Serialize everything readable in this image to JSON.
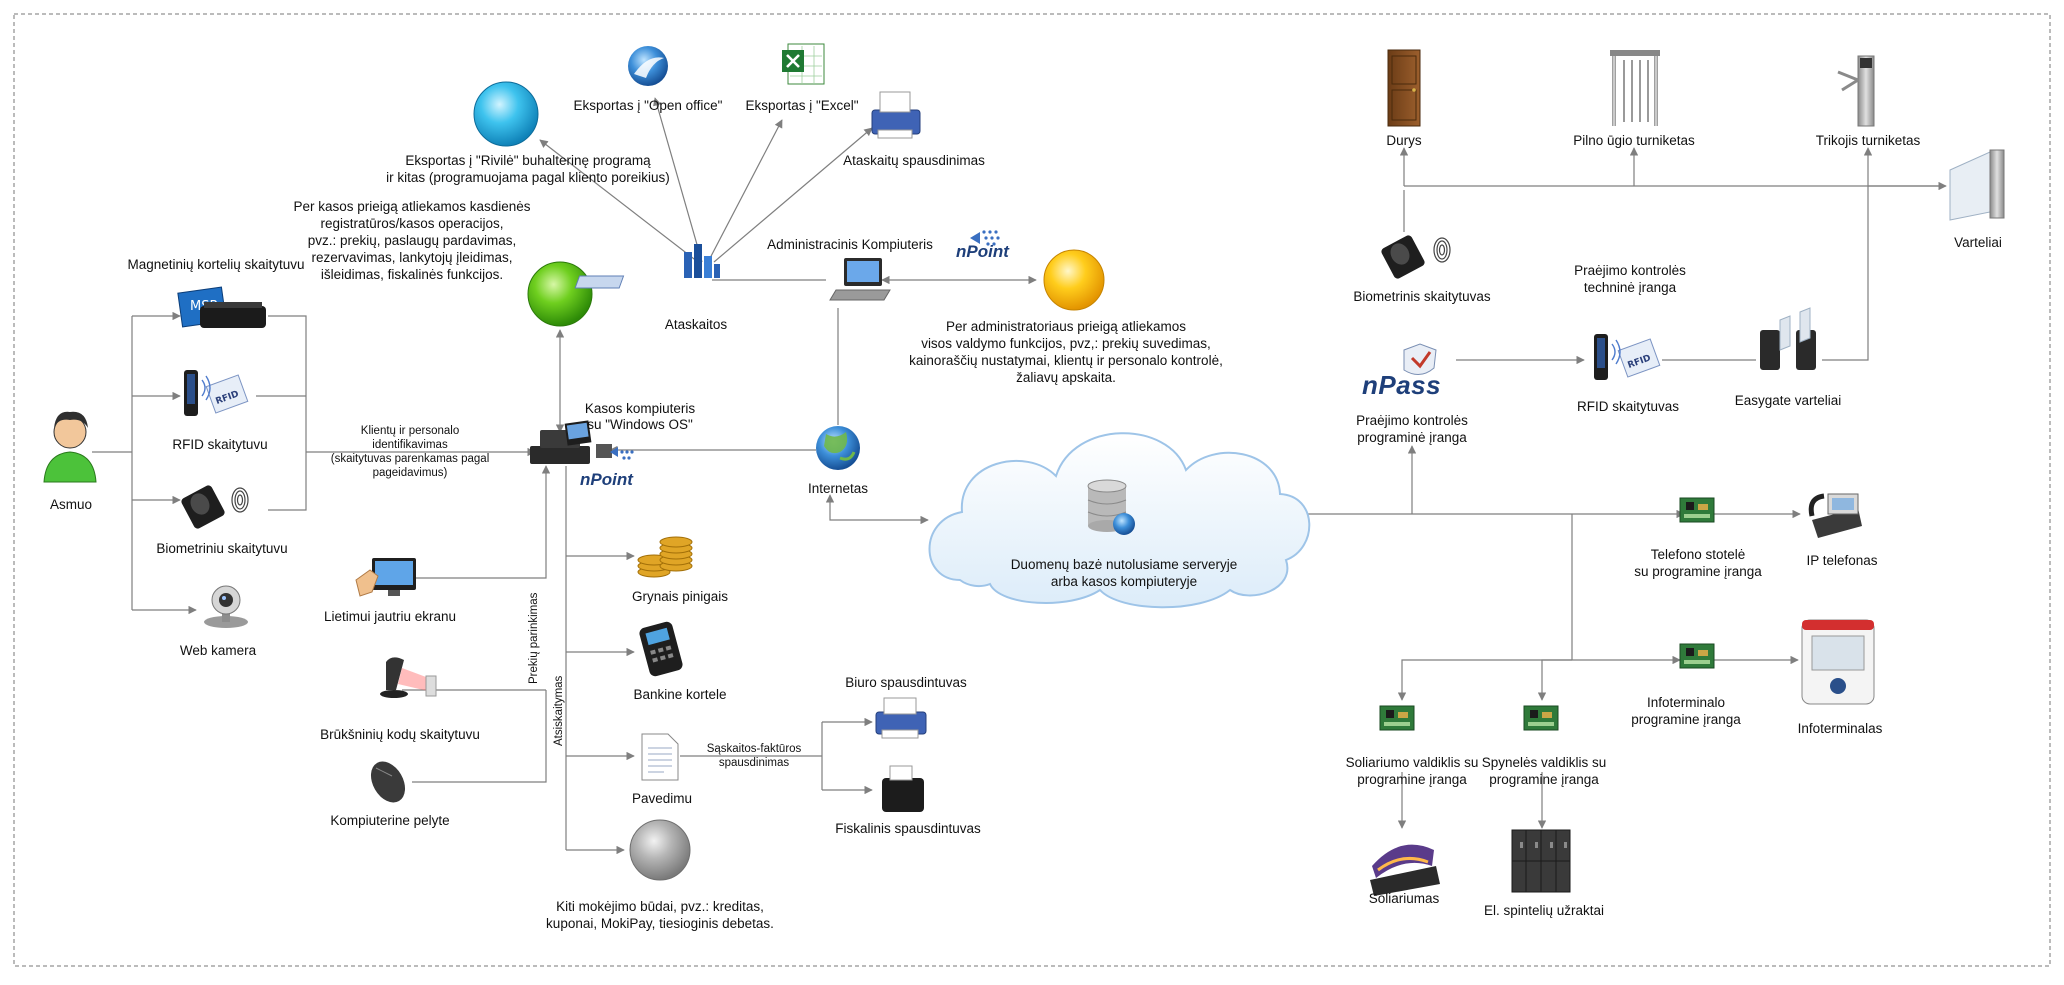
{
  "labels": {
    "asmuo": "Asmuo",
    "magnetic": "Magnetinių kortelių skaitytuvu",
    "rfid_left": "RFID skaitytuvu",
    "bio_left": "Biometriniu skaitytuvu",
    "webcam": "Web kamera",
    "touch": "Lietimui jautriu ekranu",
    "barcode": "Brūkšninių kodų skaitytuvu",
    "mouse": "Kompiuterine pelyte",
    "ident_1": "Klientų ir personalo",
    "ident_2": "identifikavimas",
    "ident_3": "(skaitytuvas parenkamas pagal",
    "ident_4": "pageidavimus)",
    "product_select": "Prekių parinkimas",
    "settlement": "Atsiskaitymas",
    "pos_1": "Kasos kompiuteris",
    "pos_2": "su \"Windows OS\"",
    "cash": "Grynais pinigais",
    "card": "Bankine kortele",
    "transfer": "Pavedimu",
    "invoice_1": "Sąskaitos-faktūros",
    "invoice_2": "spausdinimas",
    "office_printer": "Biuro spausdintuvas",
    "fiscal_printer": "Fiskalinis spausdintuvas",
    "other_pay_1": "Kiti mokėjimo būdai, pvz.: kreditas,",
    "other_pay_2": "kuponai, MokiPay, tiesioginis debetas.",
    "cashier_1": "Per kasos prieigą atliekamos kasdienės",
    "cashier_2": "registratūros/kasos operacijos,",
    "cashier_3": "pvz.: prekių, paslaugų pardavimas,",
    "cashier_4": "rezervavimas, lankytojų įleidimas,",
    "cashier_5": "išleidimas, fiskalinės funkcijos.",
    "rivile_1": "Eksportas į \"Rivilė\" buhalterinę programą",
    "rivile_2": "ir kitas (programuojama pagal kliento poreikius)",
    "openoffice": "Eksportas į \"Open office\"",
    "excel": "Eksportas į \"Excel\"",
    "report_print": "Ataskaitų spausdinimas",
    "reports": "Ataskaitos",
    "admin_pc": "Administracinis Kompiuteris",
    "admin_1": "Per administratoriaus prieigą atliekamos",
    "admin_2": "visos valdymo funkcijos, pvz,: prekių suvedimas,",
    "admin_3": "kainoraščių nustatymai, klientų ir personalo kontrolė,",
    "admin_4": "žaliavų apskaita.",
    "internet": "Internetas",
    "db_1": "Duomenų bazė nutolusiame serveryje",
    "db_2": "arba kasos kompiuteryje",
    "doors": "Durys",
    "full_turnstile": "Pilno ūgio turniketas",
    "tripod": "Trikojis turniketas",
    "gates": "Varteliai",
    "bio_right": "Biometrinis skaitytuvas",
    "hw_1": "Praėjimo kontrolės",
    "hw_2": "techninė įranga",
    "rfid_right": "RFID skaitytuvas",
    "easygate": "Easygate varteliai",
    "sw_1": "Praėjimo kontrolės",
    "sw_2": "programinė įranga",
    "phone_station_1": "Telefono stotelė",
    "phone_station_2": "su programine įranga",
    "ip_phone": "IP telefonas",
    "infoterm_ctrl_1": "Infoterminalo",
    "infoterm_ctrl_2": "programine įranga",
    "infoterminals": "Infoterminalas",
    "solar_ctrl_1": "Soliariumo valdiklis su",
    "solar_ctrl_2": "programine įranga",
    "locker_ctrl_1": "Spynelės valdiklis su",
    "locker_ctrl_2": "programine įranga",
    "solarium": "Soliariumas",
    "lockers": "El. spintelių užraktai"
  },
  "icons": {
    "msr_text": "MSR",
    "rfid_text": "RFID",
    "npoint": "nPoint",
    "npass": "nPass"
  },
  "colors": {
    "line": "#7f7f7f",
    "green_orb": "#3aa10f",
    "cyan_orb": "#1aa6d8",
    "yellow_orb": "#f2a900",
    "gray_orb": "#8c8c8c",
    "brand_blue": "#1e3f7a"
  }
}
